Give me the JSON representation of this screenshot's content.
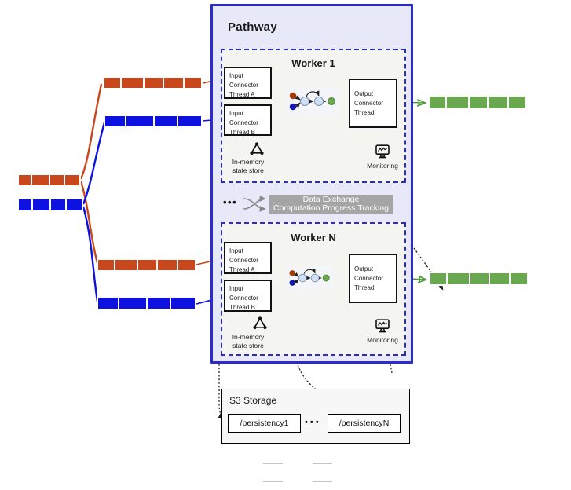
{
  "pathway": {
    "title": "Pathway"
  },
  "workers": [
    {
      "title": "Worker 1",
      "input_a": "Input\nConnector\nThread A",
      "input_b": "Input\nConnector\nThread B",
      "output": "Output\nConnector\nThread",
      "state_store": "In-memory\nstate store",
      "monitoring": "Monitoring"
    },
    {
      "title": "Worker N",
      "input_a": "Input\nConnector\nThread A",
      "input_b": "Input\nConnector\nThread B",
      "output": "Output\nConnector\nThread",
      "state_store": "In-memory\nstate store",
      "monitoring": "Monitoring"
    }
  ],
  "exchange": {
    "dots": "•••",
    "line1": "Data Exchange",
    "line2": "Computation Progress Tracking"
  },
  "s3": {
    "title": "S3 Storage",
    "dots": "• • •",
    "paths": [
      "/persistency1",
      "/persistencyN"
    ]
  },
  "streams": {
    "source_orange_segments": 4,
    "source_blue_segments": 4,
    "worker1_orange_segments": 5,
    "worker1_blue_segments": 4,
    "workerN_orange_segments": 5,
    "workerN_blue_segments": 4,
    "output1_green_segments": 5,
    "outputN_green_segments": 5
  },
  "colors": {
    "orange_stream": "#c9471d",
    "blue_stream": "#0d12e0",
    "green_stream": "#6aa84f",
    "pathway_fill": "#e7e9f8",
    "pathway_border": "#2b2bd2",
    "worker_fill": "#f4f4f1",
    "exchange_fill": "#a5a5a5",
    "exchange_text": "#ffffff"
  }
}
